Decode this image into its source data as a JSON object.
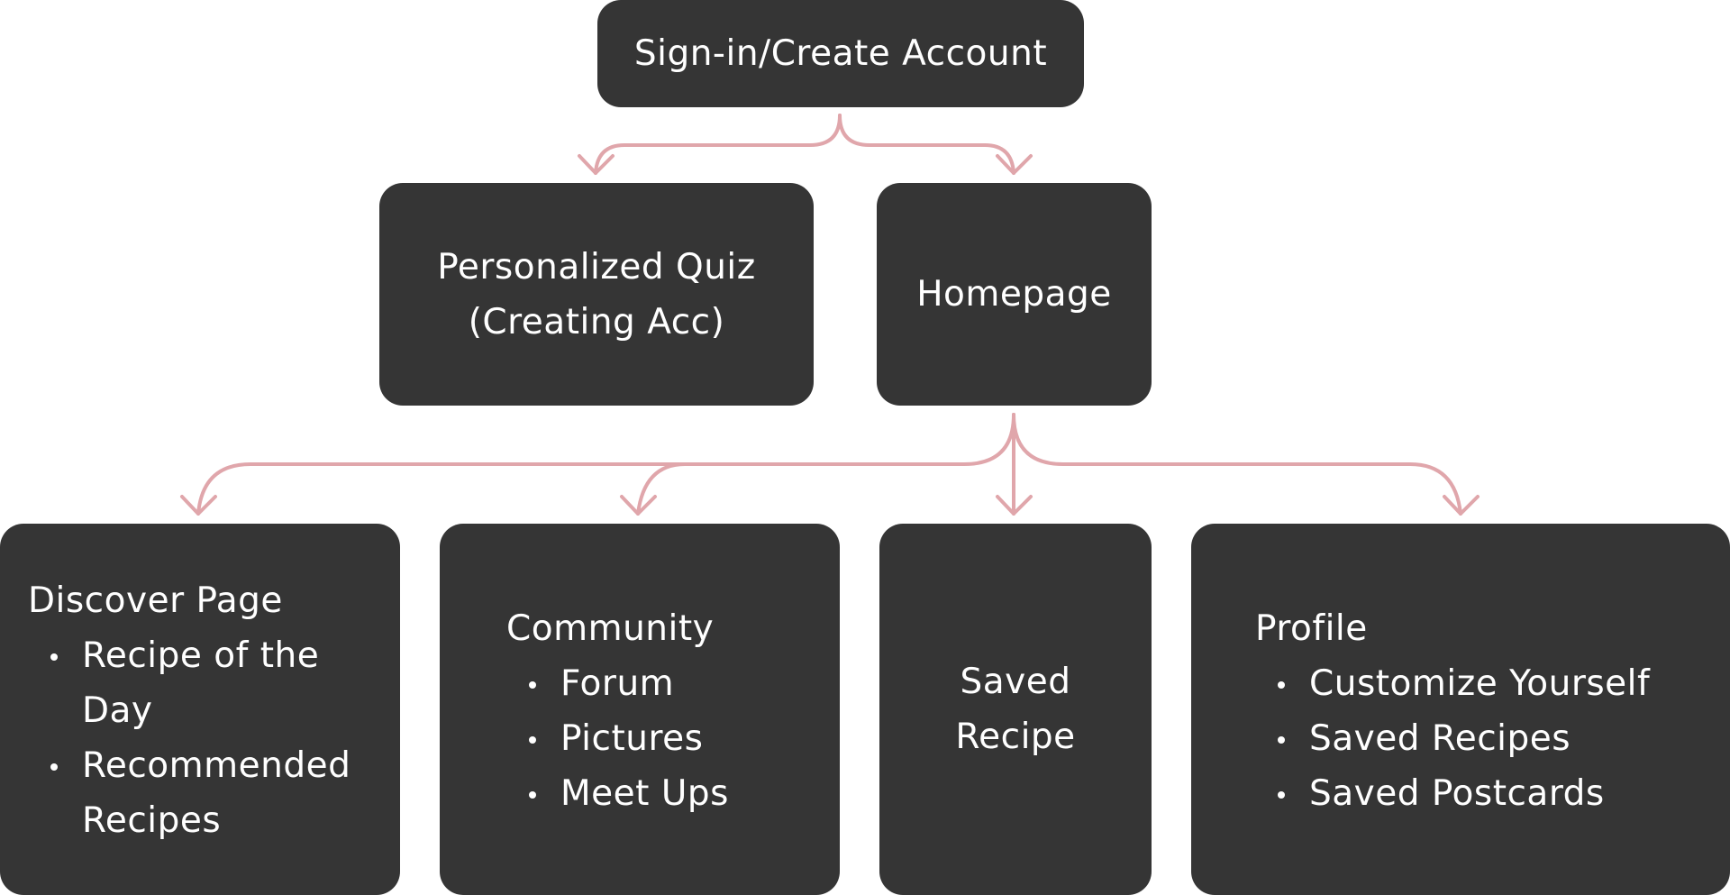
{
  "colors": {
    "node_fill": "#353535",
    "node_text": "#ffffff",
    "connector": "#e0a6ab",
    "background": "#ffffff"
  },
  "nodes": {
    "signin": {
      "title": "Sign-in/Create Account"
    },
    "quiz": {
      "title_line1": "Personalized Quiz",
      "title_line2": "(Creating Acc)"
    },
    "homepage": {
      "title": "Homepage"
    },
    "discover": {
      "title": "Discover Page",
      "items": [
        "Recipe of the Day",
        "Recommended Recipes"
      ]
    },
    "community": {
      "title": "Community",
      "items": [
        "Forum",
        "Pictures",
        "Meet Ups"
      ]
    },
    "saved": {
      "title_line1": "Saved",
      "title_line2": "Recipe"
    },
    "profile": {
      "title": "Profile",
      "items": [
        "Customize Yourself",
        "Saved Recipes",
        "Saved Postcards"
      ]
    }
  },
  "edges": [
    {
      "from": "Sign-in/Create Account",
      "to": "Personalized Quiz (Creating Acc)"
    },
    {
      "from": "Sign-in/Create Account",
      "to": "Homepage"
    },
    {
      "from": "Homepage",
      "to": "Discover Page"
    },
    {
      "from": "Homepage",
      "to": "Community"
    },
    {
      "from": "Homepage",
      "to": "Saved Recipe"
    },
    {
      "from": "Homepage",
      "to": "Profile"
    }
  ]
}
